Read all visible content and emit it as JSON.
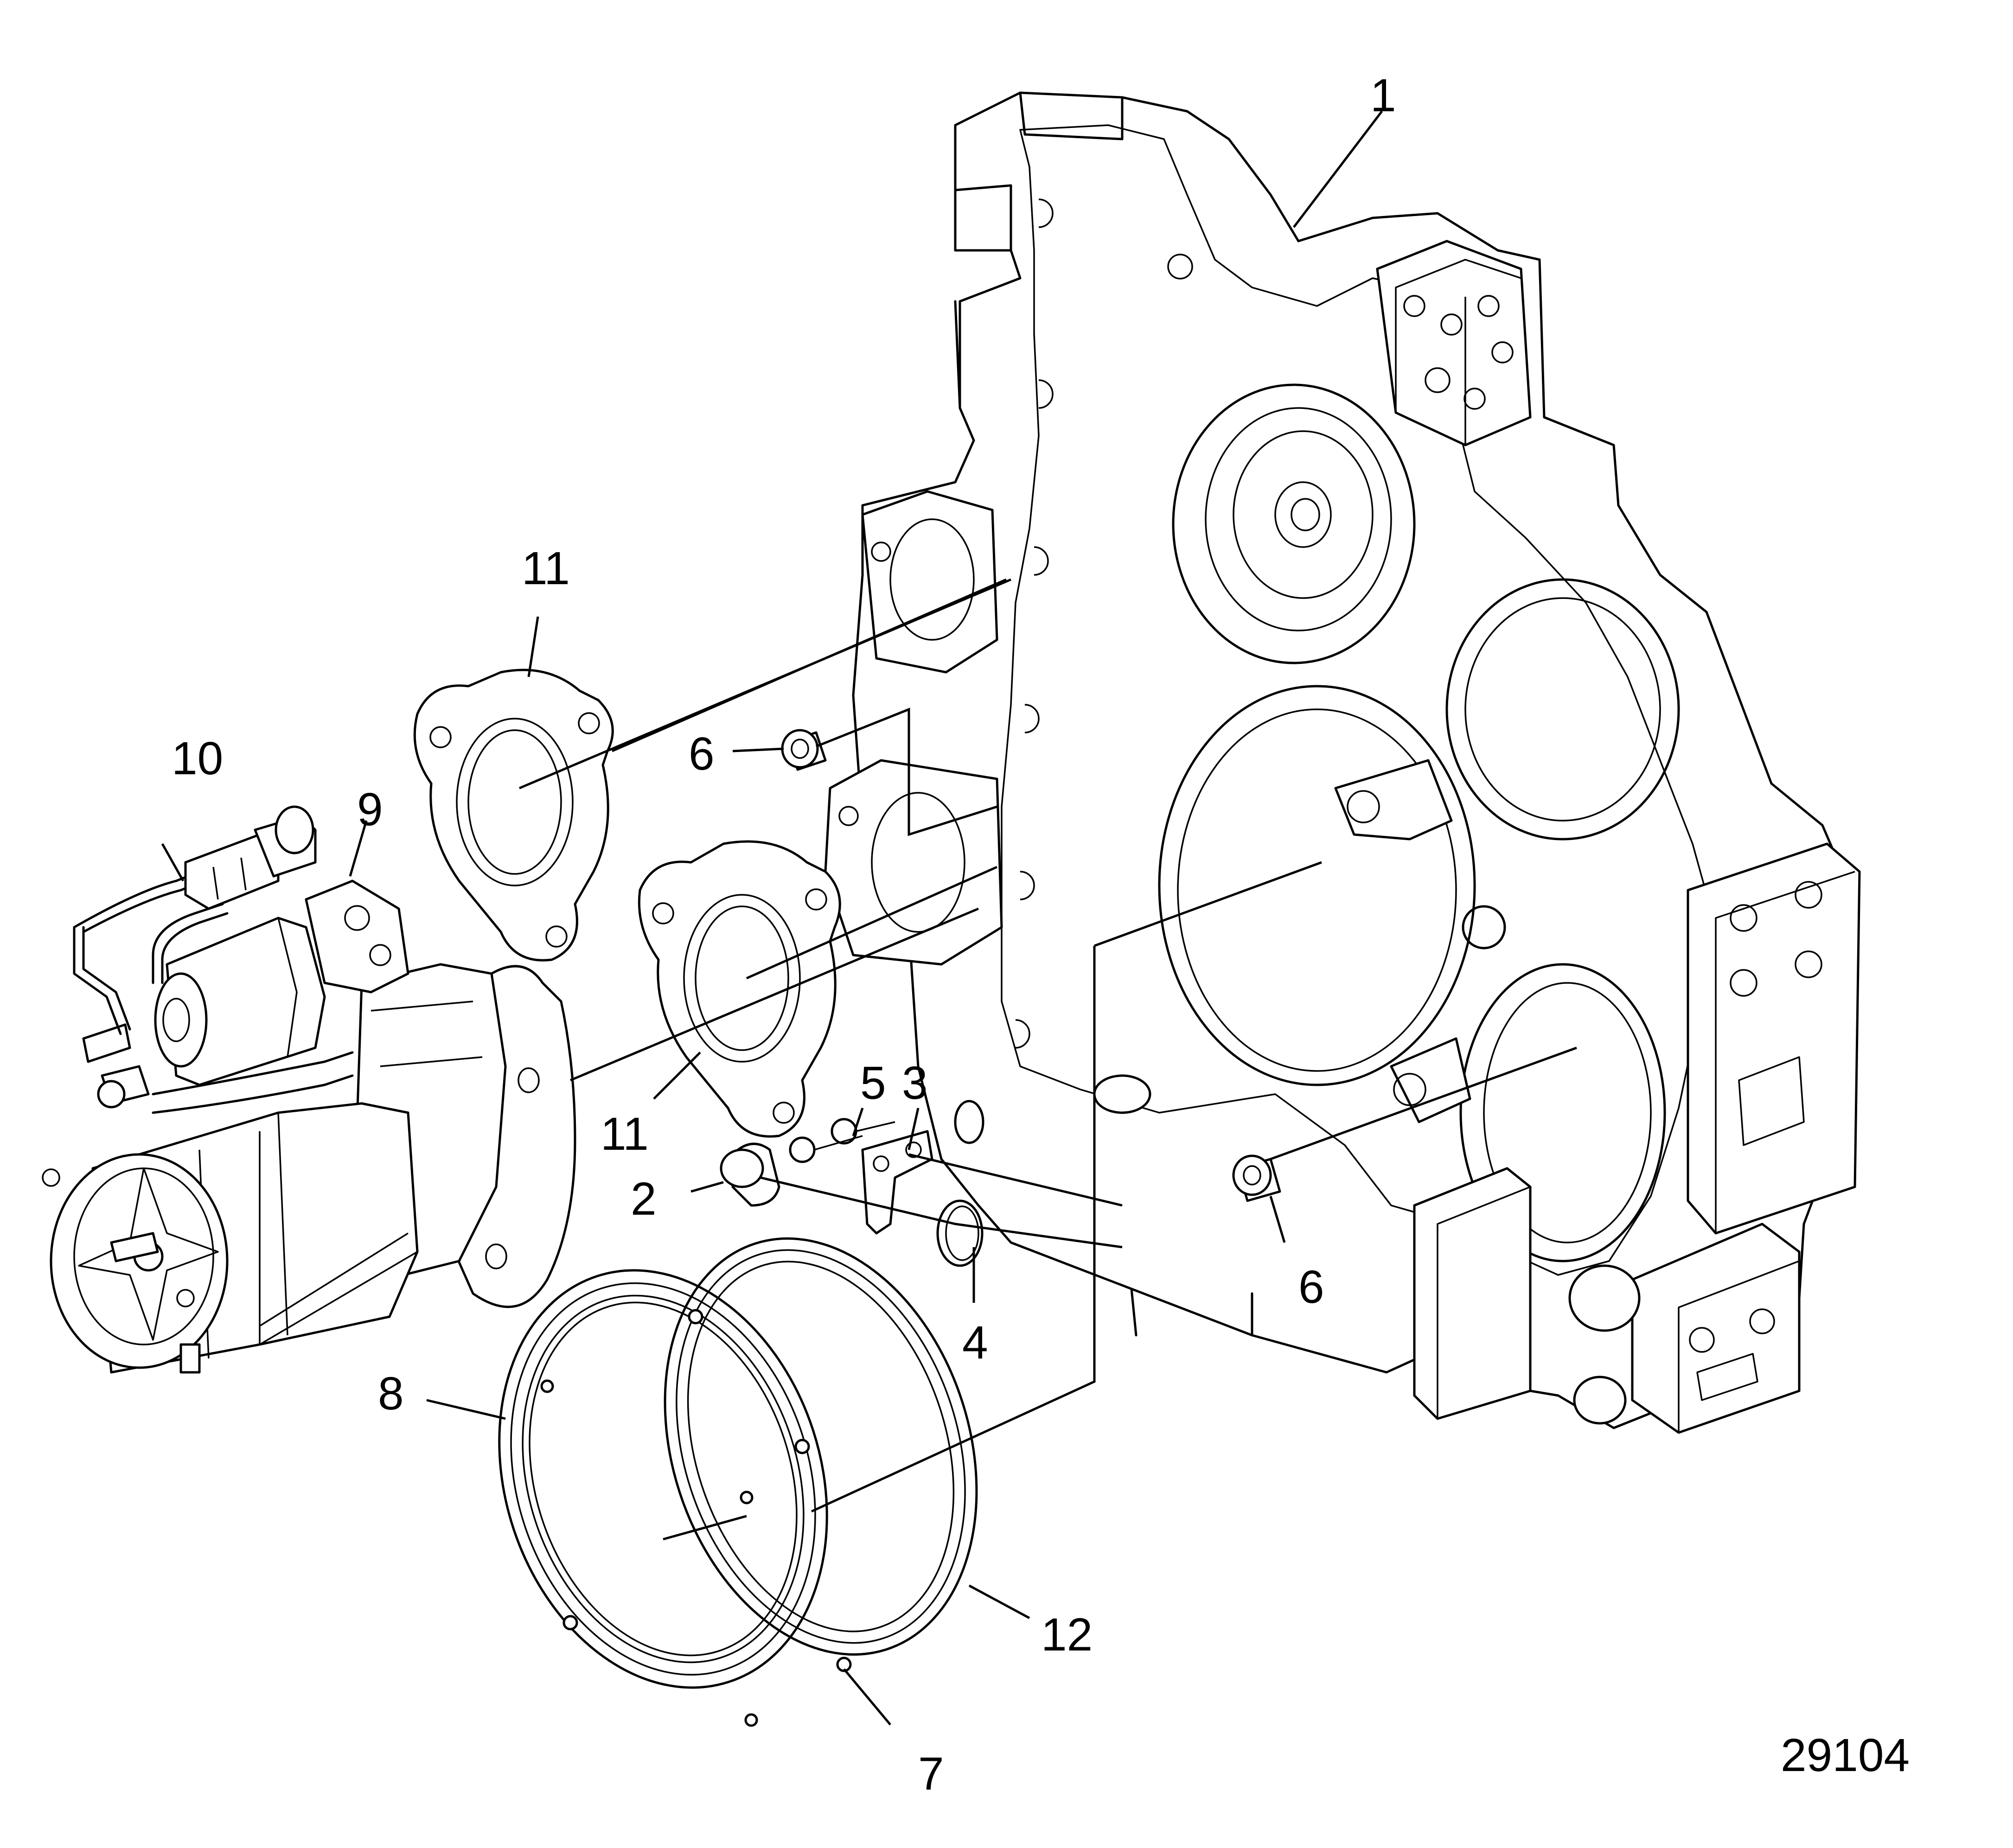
{
  "drawing_number": "29104",
  "callouts": {
    "c1": "1",
    "c2": "2",
    "c3": "3",
    "c4": "4",
    "c5": "5",
    "c6a": "6",
    "c6b": "6",
    "c7": "7",
    "c8": "8",
    "c9": "9",
    "c10": "10",
    "c11a": "11",
    "c11b": "11",
    "c12": "12"
  }
}
